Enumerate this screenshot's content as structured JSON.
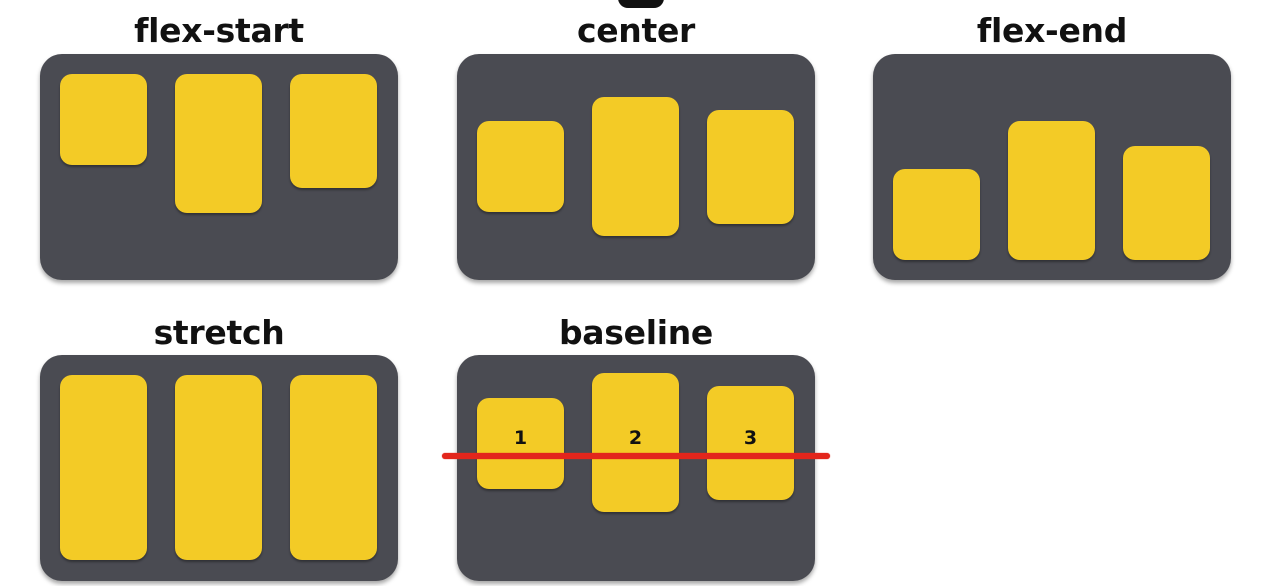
{
  "colors": {
    "panel": "#4a4b52",
    "box": "#f3cb26",
    "baseline": "#e3261c"
  },
  "panels": {
    "flex_start": {
      "label": "flex-start"
    },
    "center": {
      "label": "center"
    },
    "flex_end": {
      "label": "flex-end"
    },
    "stretch": {
      "label": "stretch"
    },
    "baseline": {
      "label": "baseline",
      "items": [
        "1",
        "2",
        "3"
      ]
    }
  }
}
